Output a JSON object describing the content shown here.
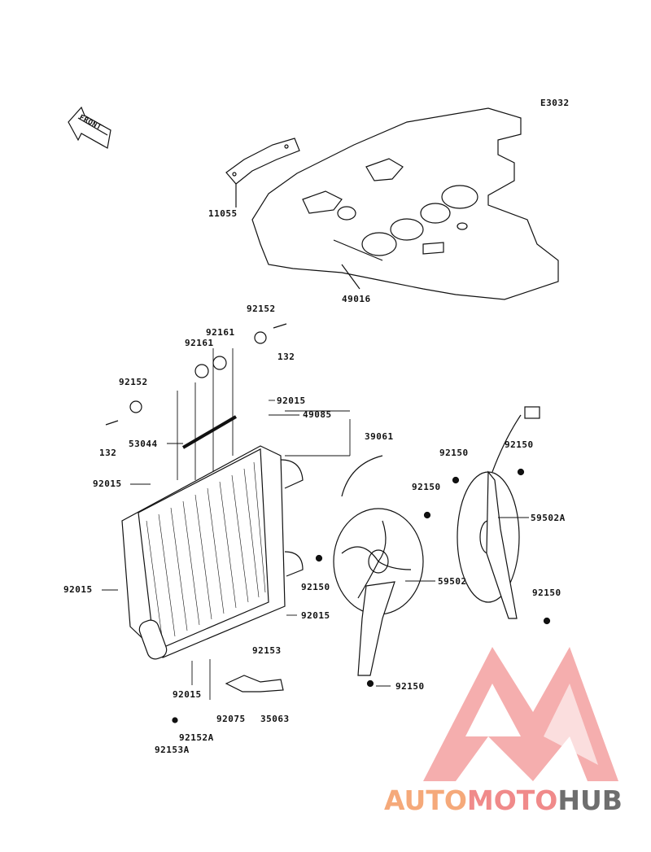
{
  "diagram": {
    "code": "E3032",
    "front_label": "FRONT",
    "labels": {
      "p11055": "11055",
      "p49016": "49016",
      "p92152_top": "92152",
      "p92161_a": "92161",
      "p92161_b": "92161",
      "p132_top": "132",
      "p92152_left": "92152",
      "p132_left": "132",
      "p92015_top": "92015",
      "p49085": "49085",
      "p39061": "39061",
      "p53044": "53044",
      "p92015_left": "92015",
      "p92015_mid": "92015",
      "p92150_a": "92150",
      "p92150_b": "92150",
      "p92150_c": "92150",
      "p59502A": "59502A",
      "p92150_d": "92150",
      "p59502": "59502",
      "p92015_right": "92015",
      "p92150_e": "92150",
      "p92153": "92153",
      "p92150_f": "92150",
      "p92015_bottom": "92015",
      "p92075": "92075",
      "p35063": "35063",
      "p92152A": "92152A",
      "p92153A": "92153A"
    }
  },
  "watermark": {
    "part1": "AUTO",
    "part2": "MOTO",
    "part3": "HUB",
    "color1": "#f5a97a",
    "color2": "#f08a8a",
    "color3": "#6e6e6e",
    "logo_color": "#f08a8a"
  }
}
